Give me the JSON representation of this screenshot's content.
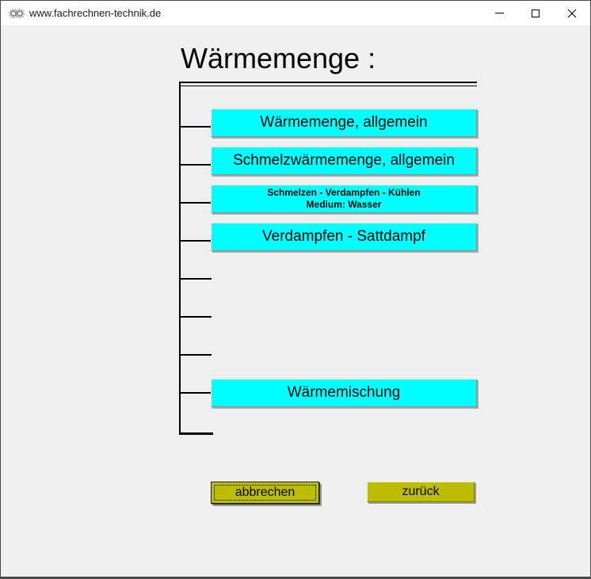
{
  "titlebar": {
    "title": "www.fachrechnen-technik.de"
  },
  "page": {
    "heading": "Wärmemenge :"
  },
  "menu": {
    "buttons": [
      {
        "label": "Wärmemenge, allgemein"
      },
      {
        "label": "Schmelzwärmemenge, allgemein"
      },
      {
        "line1": "Schmelzen - Verdampfen - Kühlen",
        "line2": "Medium: Wasser"
      },
      {
        "label": "Verdampfen - Sattdampf"
      },
      {
        "label": "Wärmemischung"
      }
    ]
  },
  "footer": {
    "cancel_label": "abbrechen",
    "back_label": "zurück"
  },
  "colors": {
    "menu_button": "#00ffff",
    "action_button": "#bdbd00",
    "content_background": "#f0f0f0",
    "titlebar_background": "#ffffff",
    "window_border": "#4a4a4a"
  }
}
